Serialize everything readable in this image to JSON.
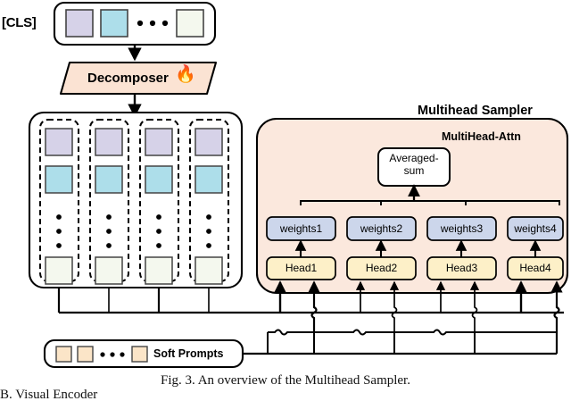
{
  "figure": {
    "caption": "Fig. 3.   An overview of the Multihead Sampler.",
    "cut_text_below": "B. Visual Encoder",
    "title_sampler": "Multihead Sampler",
    "title_attn": "MultiHead-Attn"
  },
  "input": {
    "cls_label": "[CLS]",
    "tokens": [
      {
        "name": "token-purple",
        "color": "#d6d2e8"
      },
      {
        "name": "token-cyan",
        "color": "#addeea"
      },
      {
        "name": "token-cream",
        "color": "#f4f8ee"
      }
    ],
    "ellipsis": "• • •"
  },
  "decomposer": {
    "label": "Decomposer",
    "icon": "flame-icon",
    "icon_glyph": "🔥",
    "fill": "#fbe3d3"
  },
  "groups": {
    "count": 4,
    "rows": [
      {
        "name": "row-purple",
        "color": "#d6d2e8"
      },
      {
        "name": "row-cyan",
        "color": "#addeea"
      },
      {
        "name": "row-dots",
        "color": "#000000"
      },
      {
        "name": "row-cream",
        "color": "#f4f8ee"
      }
    ]
  },
  "sampler": {
    "panel_fill": "#fbe8dd",
    "averaged_sum": {
      "line1": "Averaged-",
      "line2": "sum",
      "fill": "#ffffff"
    },
    "weights": [
      {
        "label": "weights1",
        "fill": "#ccd6eb"
      },
      {
        "label": "weights2",
        "fill": "#ccd6eb"
      },
      {
        "label": "weights3",
        "fill": "#ccd6eb"
      },
      {
        "label": "weights4",
        "fill": "#ccd6eb"
      }
    ],
    "heads": [
      {
        "label": "Head1",
        "fill": "#fdf0c8"
      },
      {
        "label": "Head2",
        "fill": "#fdf0c8"
      },
      {
        "label": "Head3",
        "fill": "#fdf0c8"
      },
      {
        "label": "Head4",
        "fill": "#fdf0c8"
      }
    ]
  },
  "soft_prompts": {
    "label": "Soft Prompts",
    "ellipsis": "• • •",
    "chip_color": "#fbe5c8",
    "chip_count": 3
  }
}
